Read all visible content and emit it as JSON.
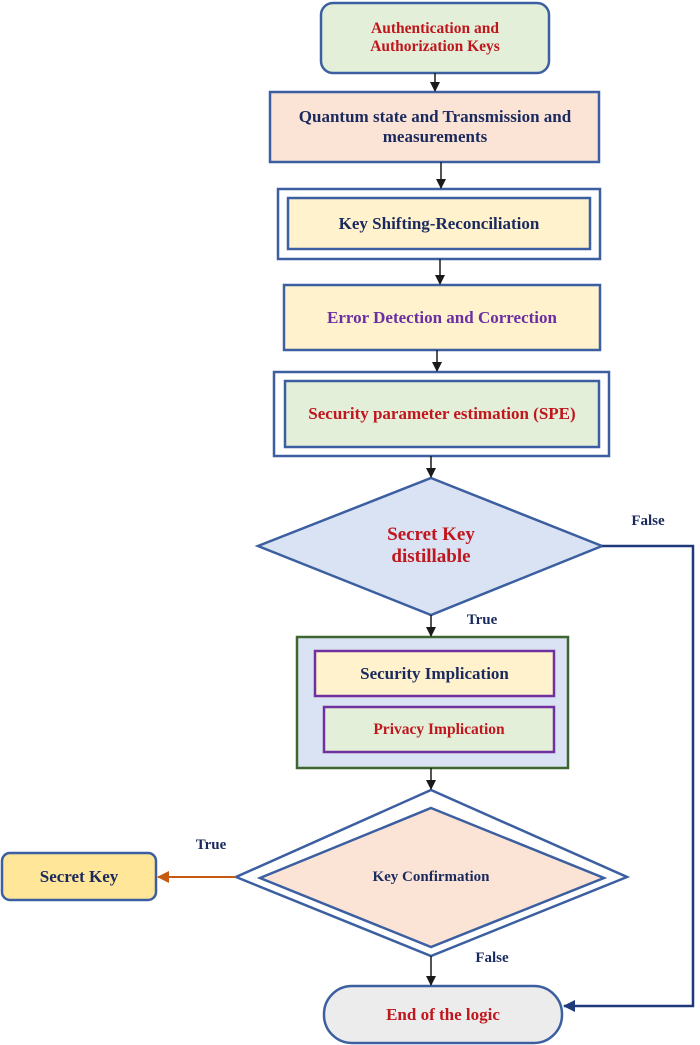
{
  "colors": {
    "node_border": "#3b5fa0",
    "text_navy": "#1b2a5e",
    "text_red": "#c0161d",
    "text_purple": "#6a2fa3",
    "fill_green": "#e3efd9",
    "fill_peach": "#fbe4d6",
    "fill_cream": "#fff2cc",
    "fill_blue": "#dae3f3",
    "fill_gray": "#ececec",
    "fill_gold": "#ffe699",
    "group_border": "#3f6630",
    "inner_border": "#7030a0",
    "arrow_black": "#1a1a1a",
    "arrow_orange": "#c55a11",
    "arrow_navy": "#1f3a7a"
  },
  "nodes": {
    "auth_keys": {
      "text": "Authentication and Authorization Keys",
      "shape": "rounded-rectangle"
    },
    "quantum_state": {
      "text": "Quantum state and Transmission and measurements",
      "shape": "rectangle"
    },
    "key_shifting": {
      "text": "Key Shifting-Reconciliation",
      "shape": "double-rectangle"
    },
    "error_detection": {
      "text": "Error Detection and Correction",
      "shape": "rectangle"
    },
    "spe": {
      "text": "Security parameter estimation (SPE)",
      "shape": "double-rectangle"
    },
    "secret_key_distillable": {
      "text": "Secret Key distillable",
      "shape": "diamond"
    },
    "implications_group": {
      "shape": "group",
      "security_implication": "Security Implication",
      "privacy_implication": "Privacy Implication"
    },
    "key_confirmation": {
      "text": "Key Confirmation",
      "shape": "double-diamond"
    },
    "secret_key": {
      "text": "Secret Key",
      "shape": "rounded-rectangle"
    },
    "end_logic": {
      "text": "End of the logic",
      "shape": "terminator"
    }
  },
  "edge_labels": {
    "distillable_false": "False",
    "distillable_true": "True",
    "confirmation_true": "True",
    "confirmation_false": "False"
  },
  "edges": [
    {
      "from": "auth_keys",
      "to": "quantum_state"
    },
    {
      "from": "quantum_state",
      "to": "key_shifting"
    },
    {
      "from": "key_shifting",
      "to": "error_detection"
    },
    {
      "from": "error_detection",
      "to": "spe"
    },
    {
      "from": "spe",
      "to": "secret_key_distillable"
    },
    {
      "from": "secret_key_distillable",
      "to": "implications_group",
      "label": "True"
    },
    {
      "from": "secret_key_distillable",
      "to": "end_logic",
      "label": "False"
    },
    {
      "from": "implications_group",
      "to": "key_confirmation"
    },
    {
      "from": "key_confirmation",
      "to": "secret_key",
      "label": "True"
    },
    {
      "from": "key_confirmation",
      "to": "end_logic",
      "label": "False"
    }
  ]
}
